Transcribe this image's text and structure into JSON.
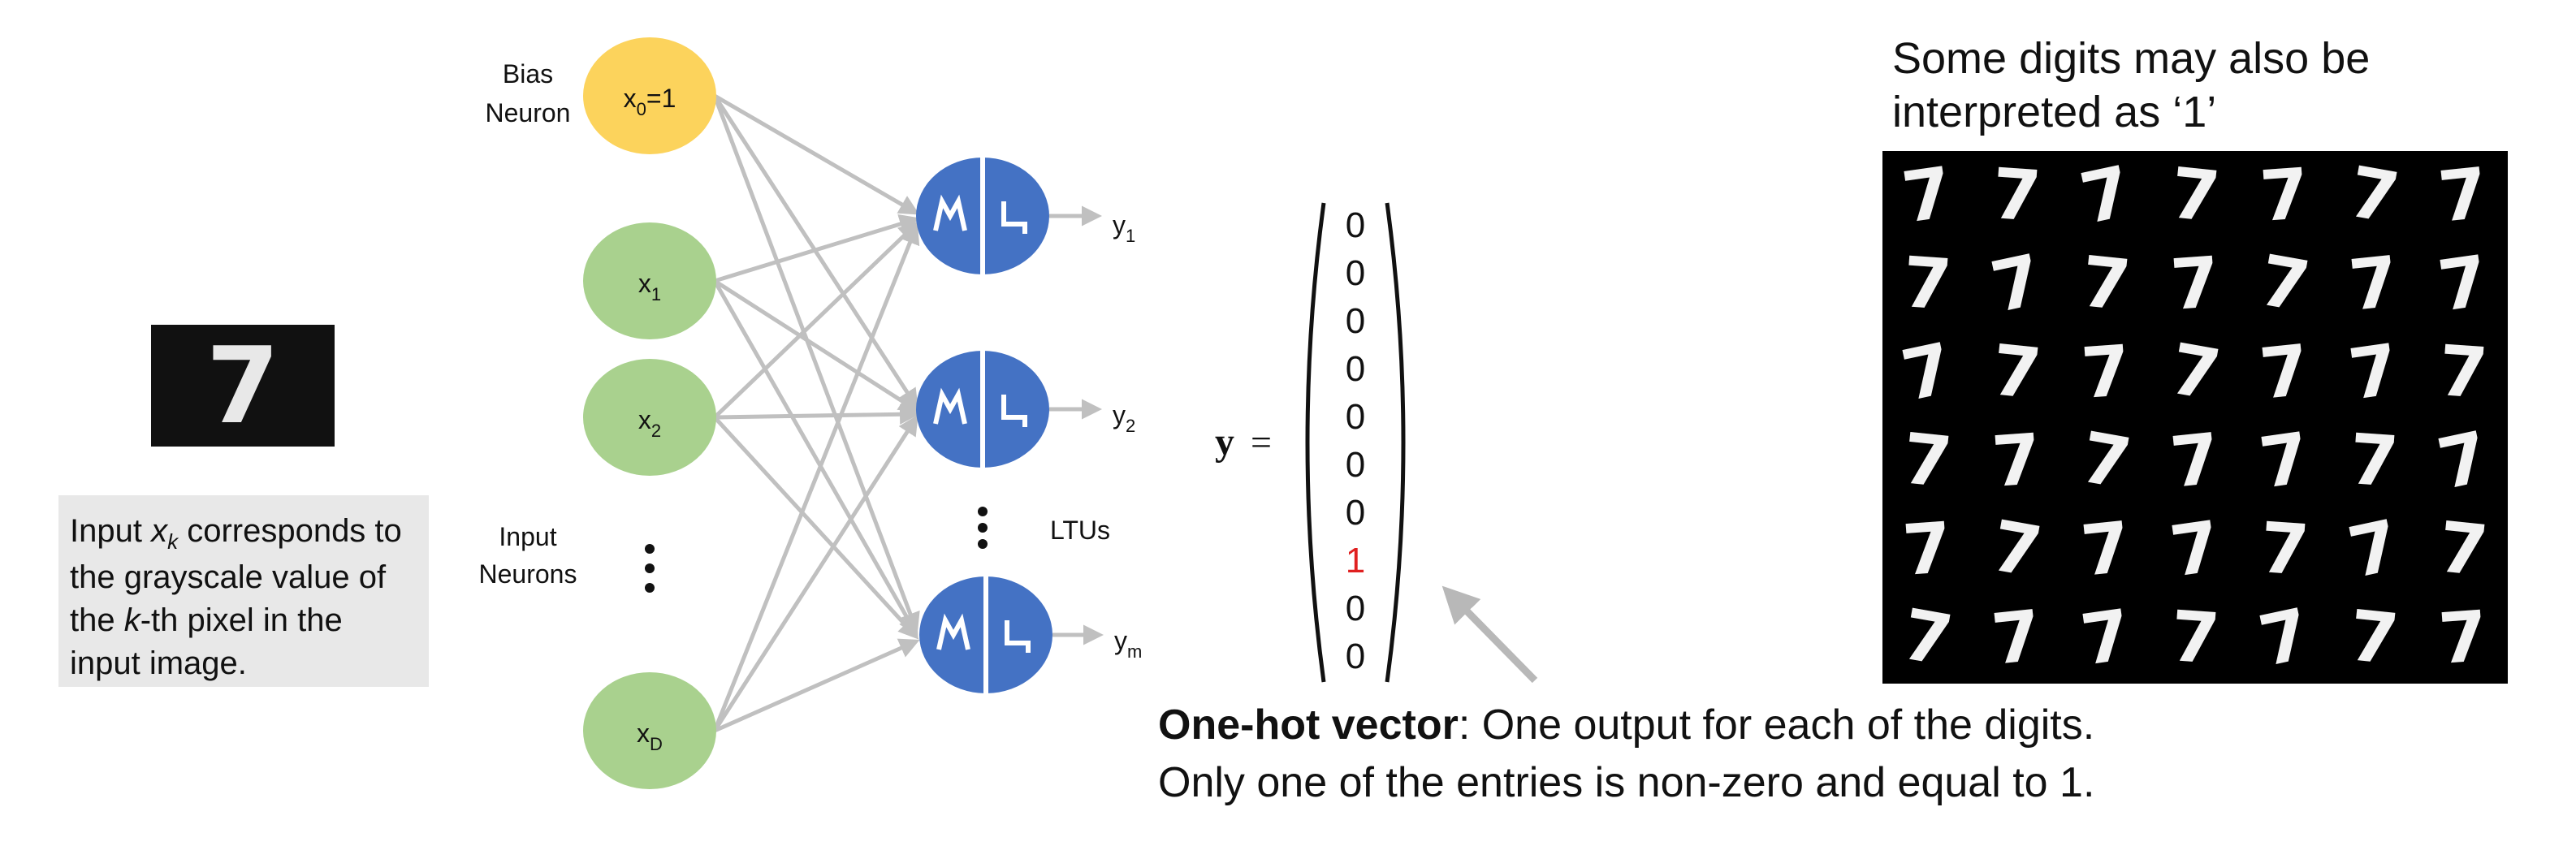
{
  "bias": {
    "label_line1": "Bias",
    "label_line2": "Neuron",
    "node_text": "x",
    "node_sub": "0",
    "node_suffix": "=1"
  },
  "inputs": {
    "label_line1": "Input",
    "label_line2": "Neurons",
    "nodes": [
      {
        "base": "x",
        "sub": "1"
      },
      {
        "base": "x",
        "sub": "2"
      },
      {
        "base": "x",
        "sub": "D"
      }
    ]
  },
  "ltus": {
    "label": "LTUs",
    "outputs": [
      {
        "base": "y",
        "sub": "1"
      },
      {
        "base": "y",
        "sub": "2"
      },
      {
        "base": "y",
        "sub": "m"
      }
    ]
  },
  "sample_image": {
    "digit": "7"
  },
  "caption": {
    "part1": "Input ",
    "var_base": "x",
    "var_sub": "k",
    "part2": " corresponds to the grayscale value of the ",
    "k": "k",
    "part3": "-th pixel in the input image."
  },
  "vector": {
    "symbol": "y",
    "equals": "=",
    "entries": [
      "0",
      "0",
      "0",
      "0",
      "0",
      "0",
      "0",
      "1",
      "0",
      "0"
    ],
    "highlight_index": 7
  },
  "onehot": {
    "title": "One-hot vector",
    "line1_rest": ": One output for each of the digits.",
    "line2": "Only one of the entries is non-zero and equal to 1."
  },
  "note": {
    "line1": "Some digits may also be",
    "line2": "interpreted as ‘1’"
  },
  "digit_grid": {
    "rows": [
      [
        "7",
        "7",
        "7",
        "7",
        "7",
        "7",
        "7"
      ],
      [
        "7",
        "7",
        "7",
        "7",
        "7",
        "7",
        "7"
      ],
      [
        "7",
        "7",
        "7",
        "7",
        "7",
        "7",
        "7"
      ],
      [
        "7",
        "7",
        "7",
        "7",
        "7",
        "7",
        "7"
      ],
      [
        "7",
        "7",
        "7",
        "7",
        "7",
        "7",
        "7"
      ],
      [
        "7",
        "7",
        "7",
        "7",
        "7",
        "7",
        "7"
      ]
    ]
  },
  "colors": {
    "bias_node": "#fcd35c",
    "input_node": "#a9d18e",
    "ltu_node": "#4472c4",
    "edge": "#c0c0c0",
    "highlight": "#e02020",
    "caption_bg": "#e8e8e8"
  }
}
